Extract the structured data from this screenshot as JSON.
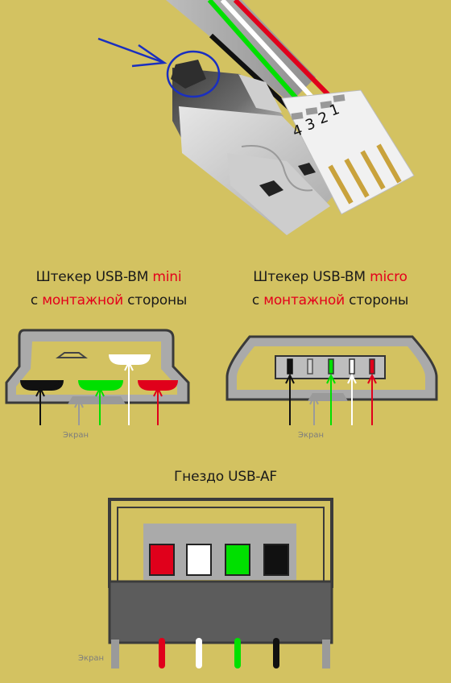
{
  "plug_mini": {
    "title_prefix": "Штекер USB-BM ",
    "title_highlight": "mini",
    "line2_prefix": "с ",
    "line2_highlight": "монтажной",
    "line2_suffix": " стороны",
    "screen_label": "Экран"
  },
  "plug_micro": {
    "title_prefix": "Штекер USB-BM ",
    "title_highlight": "micro",
    "line2_prefix": "с ",
    "line2_highlight": "монтажной",
    "line2_suffix": " стороны",
    "screen_label": "Экран"
  },
  "socket_af": {
    "title": "Гнездо USB-AF",
    "screen_label": "Экран"
  },
  "plug_a": {
    "pin_numbers": [
      "4",
      "3",
      "2",
      "1"
    ]
  },
  "colors": {
    "background": "#d3c261",
    "highlight_text": "#e4001b",
    "wire_black": "#111111",
    "wire_green": "#00e000",
    "wire_white": "#ffffff",
    "wire_red": "#e0001b",
    "screen": "#9a9a9a",
    "annotation": "#1a2fbf"
  }
}
